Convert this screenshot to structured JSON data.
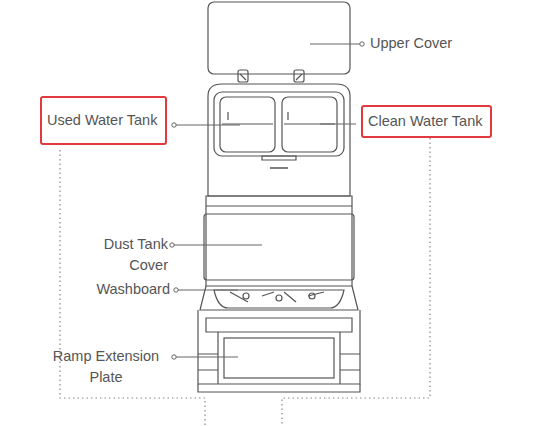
{
  "diagram": {
    "nodes": [
      {
        "text": [
          "Used Water Tank"
        ]
      },
      {
        "text": [
          "Clean Water Tank"
        ]
      }
    ],
    "labels": [
      "Upper Cover",
      "Dust Tank Cover",
      "Washboard",
      "Ramp Extension Plate"
    ]
  }
}
